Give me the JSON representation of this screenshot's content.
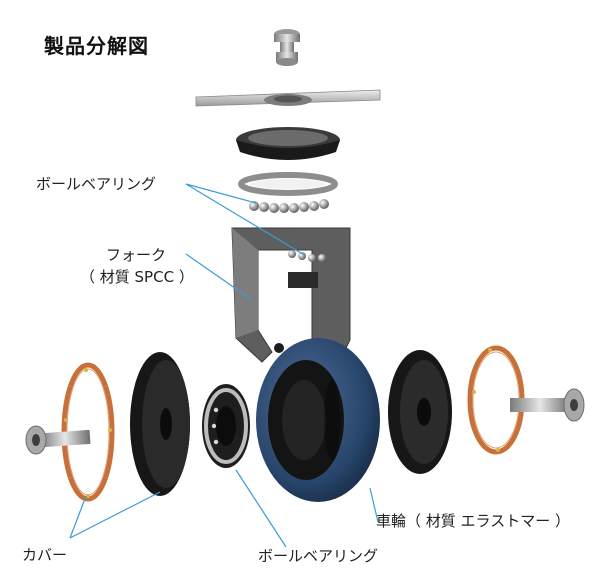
{
  "title": "製品分解図",
  "labels": {
    "ball_bearing_top": "ボールベアリング",
    "fork_line1": "フォーク",
    "fork_line2": "（ 材質 SPCC ）",
    "wheel": "車輪（ 材質 エラストマー ）",
    "cover": "カバー",
    "ball_bearing_bottom": "ボールベアリング"
  },
  "colors": {
    "leader": "#3b9bd6",
    "wheel": "#2c4a70",
    "copper": "#c8703a",
    "metal": "#b8b8b8",
    "dark": "#1b1b1b"
  }
}
